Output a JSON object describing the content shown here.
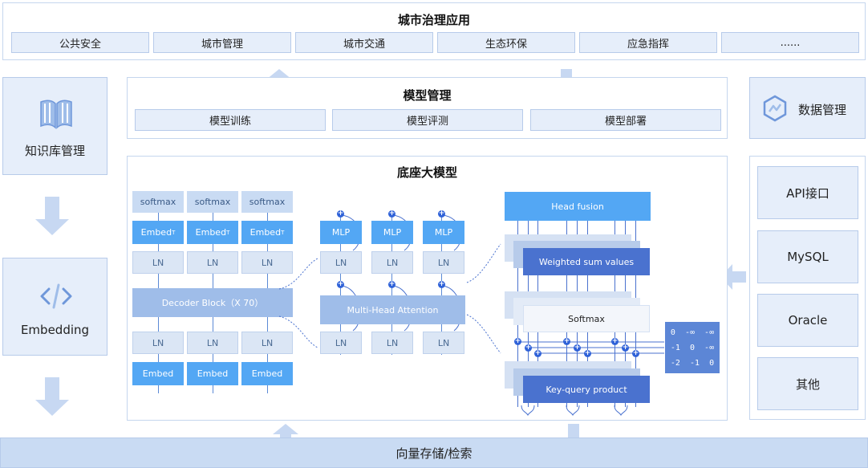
{
  "top": {
    "title": "城市治理应用",
    "items": [
      "公共安全",
      "城市管理",
      "城市交通",
      "生态环保",
      "应急指挥",
      "......"
    ]
  },
  "model_mgmt": {
    "title": "模型管理",
    "items": [
      "模型训练",
      "模型评测",
      "模型部署"
    ]
  },
  "left": {
    "knowledge": "知识库管理",
    "embedding": "Embedding"
  },
  "right": {
    "data_mgmt": "数据管理",
    "sources": [
      "API接口",
      "MySQL",
      "Oracle",
      "其他"
    ]
  },
  "base": {
    "title": "底座大模型",
    "col1": {
      "softmax": "softmax",
      "embed_t": "Embed",
      "embed_t_sup": "T",
      "ln": "LN",
      "decoder": "Decoder Block（X 70）",
      "embed": "Embed"
    },
    "col2": {
      "mlp": "MLP",
      "ln": "LN",
      "mha": "Multi-Head Attention"
    },
    "col3": {
      "head_fusion": "Head fusion",
      "weighted": "Weighted sum values",
      "softmax": "Softmax",
      "kq": "Key-query product",
      "matrix": [
        "0  -∞  -∞",
        "-1  0  -∞",
        "-2  -1  0"
      ]
    }
  },
  "bottom": {
    "title": "向量存储/检索"
  },
  "colors": {
    "panel_border": "#c5d6ee",
    "chip_bg": "#e6eefa",
    "arrow": "#c7d8f2",
    "accent_blue": "#53a7f4",
    "dark_blue": "#4a72cf"
  }
}
